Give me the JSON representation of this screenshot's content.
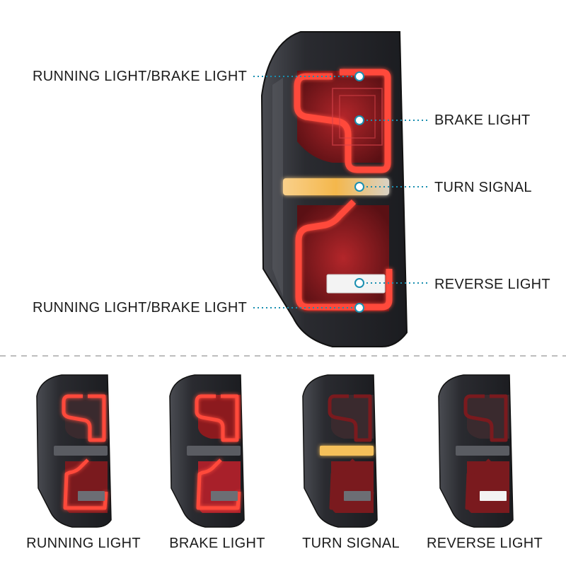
{
  "callouts": {
    "top_left": "RUNNING LIGHT/BRAKE LIGHT",
    "brake": "BRAKE LIGHT",
    "turn": "TURN SIGNAL",
    "reverse": "REVERSE LIGHT",
    "bottom_left": "RUNNING LIGHT/BRAKE LIGHT"
  },
  "variants": [
    {
      "label": "RUNNING LIGHT",
      "mode": "running"
    },
    {
      "label": "BRAKE LIGHT",
      "mode": "brake"
    },
    {
      "label": "TURN SIGNAL",
      "mode": "turn"
    },
    {
      "label": "REVERSE LIGHT",
      "mode": "reverse"
    }
  ],
  "colors": {
    "callout_line": "#1a8fb0",
    "divider": "#bdbdbd",
    "housing": "#2a2b30",
    "led_red": "#ff3b2f",
    "lens_red": "#8c1a1e",
    "amber": "#f5c05a",
    "reverse_white": "#f3f3f3"
  }
}
